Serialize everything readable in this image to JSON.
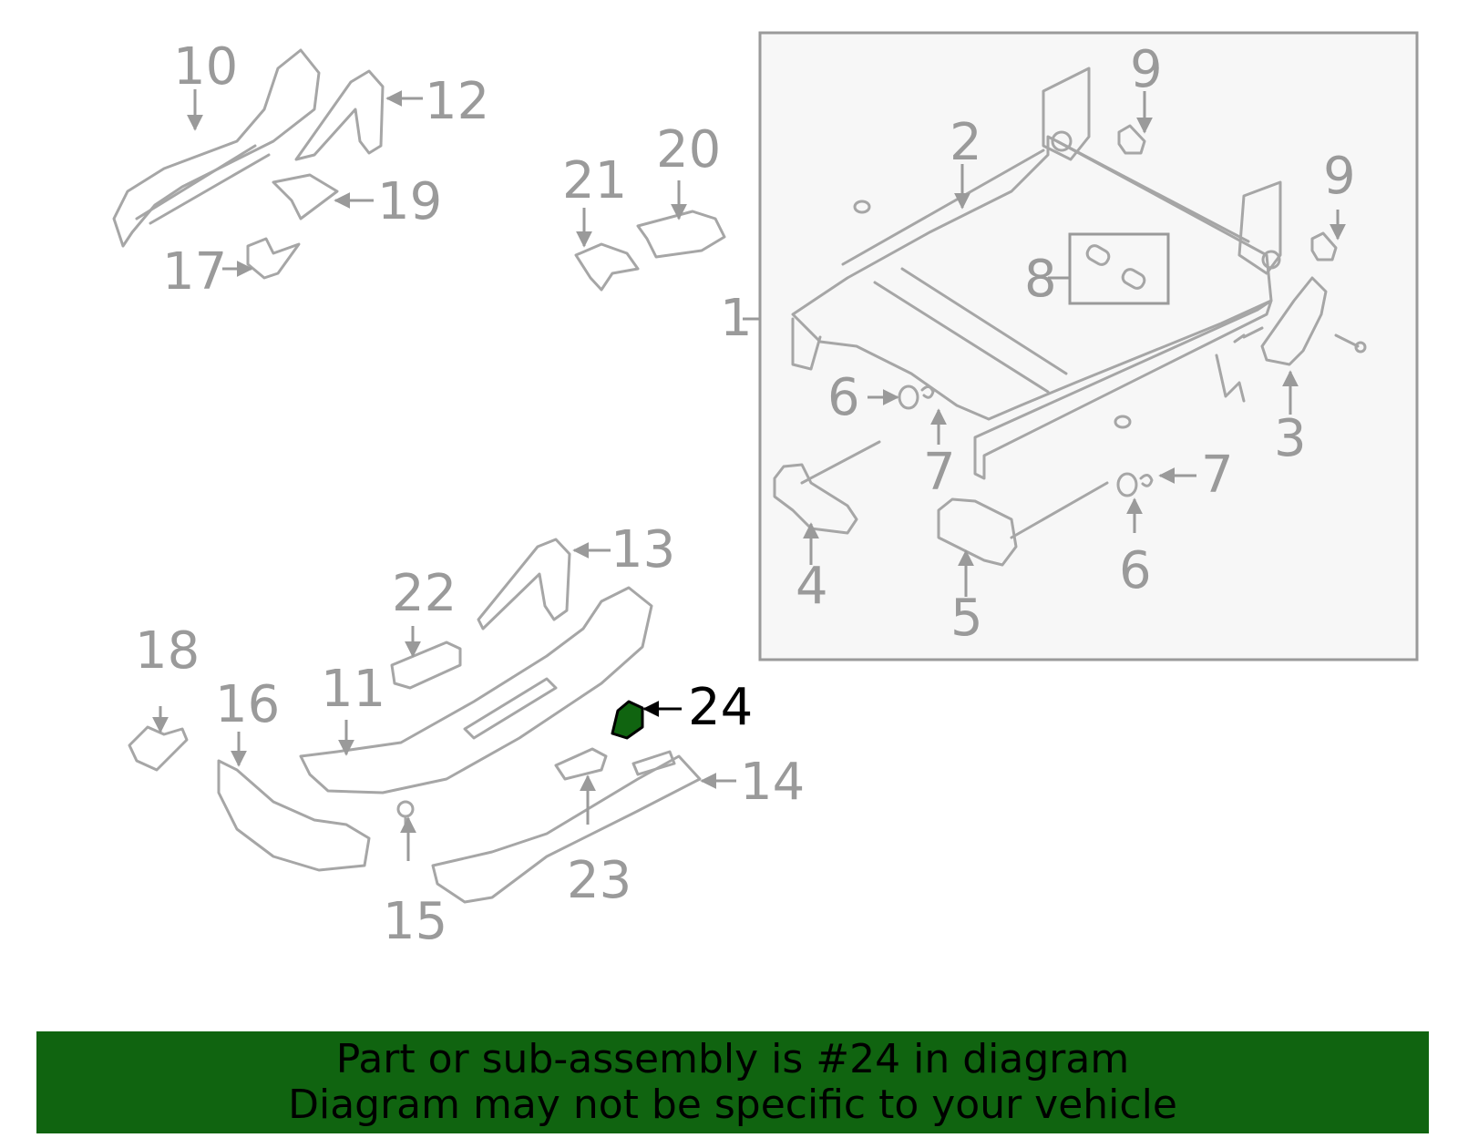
{
  "callouts": {
    "c1": "1",
    "c2": "2",
    "c3": "3",
    "c4": "4",
    "c5": "5",
    "c6a": "6",
    "c6b": "6",
    "c7a": "7",
    "c7b": "7",
    "c8": "8",
    "c9a": "9",
    "c9b": "9",
    "c10": "10",
    "c11": "11",
    "c12": "12",
    "c13": "13",
    "c14": "14",
    "c15": "15",
    "c16": "16",
    "c17": "17",
    "c18": "18",
    "c19": "19",
    "c20": "20",
    "c21": "21",
    "c22": "22",
    "c23": "23",
    "c24": "24"
  },
  "highlight": {
    "part_number": "24",
    "color": "#106410"
  },
  "banner": {
    "line1": "Part or sub-assembly is #24 in diagram",
    "line2": "Diagram may not be specific to your vehicle",
    "background": "#106410"
  }
}
